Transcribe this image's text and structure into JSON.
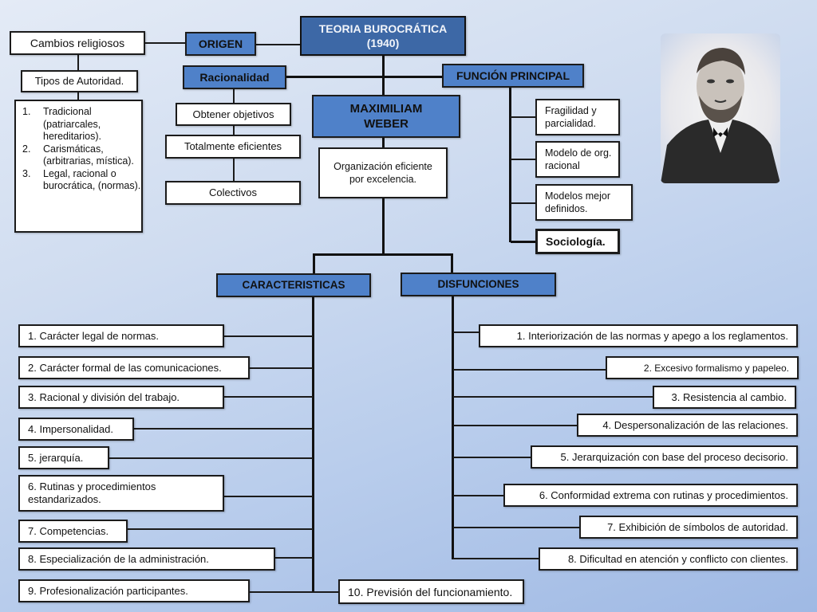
{
  "top": {
    "title_line1": "TEORIA  BUROCRÁTICA",
    "title_line2": "(1940)",
    "origen": "ORIGEN",
    "racionalidad": "Racionalidad",
    "funcion_principal": "FUNCIÓN PRINCIPAL",
    "author_line1": "MAXIMILIAM",
    "author_line2": "WEBER",
    "organizacion": "Organización eficiente por excelencia."
  },
  "origen_branch": {
    "cambios": "Cambios religiosos",
    "tipos": "Tipos de Autoridad.",
    "autoridad": [
      {
        "n": "1.",
        "text": "Tradicional (patriarcales, hereditarios)."
      },
      {
        "n": "2.",
        "text": "Carismáticas, (arbitrarias, mística)."
      },
      {
        "n": "3.",
        "text": "Legal, racional o burocrática, (normas)."
      }
    ]
  },
  "racionalidad_branch": {
    "items": [
      "Obtener objetivos",
      "Totalmente eficientes",
      "Colectivos"
    ]
  },
  "funcion_branch": {
    "items": [
      "Fragilidad y parcialidad.",
      "Modelo de org. racional",
      "Modelos mejor definidos.",
      "Sociología."
    ]
  },
  "caracteristicas": {
    "title": "CARACTERISTICAS",
    "items": [
      "1. Carácter legal de normas.",
      "2. Carácter formal de las comunicaciones.",
      "3. Racional y división del trabajo.",
      "4. Impersonalidad.",
      "5. jerarquía.",
      "6. Rutinas y procedimientos estandarizados.",
      "7. Competencias.",
      "8. Especialización de la administración.",
      "9. Profesionalización participantes.",
      "10. Previsión del funcionamiento."
    ]
  },
  "disfunciones": {
    "title": "DISFUNCIONES",
    "items": [
      "1. Interiorización de las normas y apego a los reglamentos.",
      "2. Excesivo formalismo y  papeleo.",
      "3. Resistencia al cambio.",
      "4. Despersonalización de las relaciones.",
      "5. Jerarquización con base del proceso decisorio.",
      "6. Conformidad extrema con rutinas y procedimientos.",
      "7. Exhibición de símbolos de autoridad.",
      "8. Dificultad en atención y conflicto con clientes."
    ]
  },
  "colors": {
    "title_box": "#3d68a6",
    "blue_box": "#4f81c9",
    "border": "#1b1b1b"
  }
}
